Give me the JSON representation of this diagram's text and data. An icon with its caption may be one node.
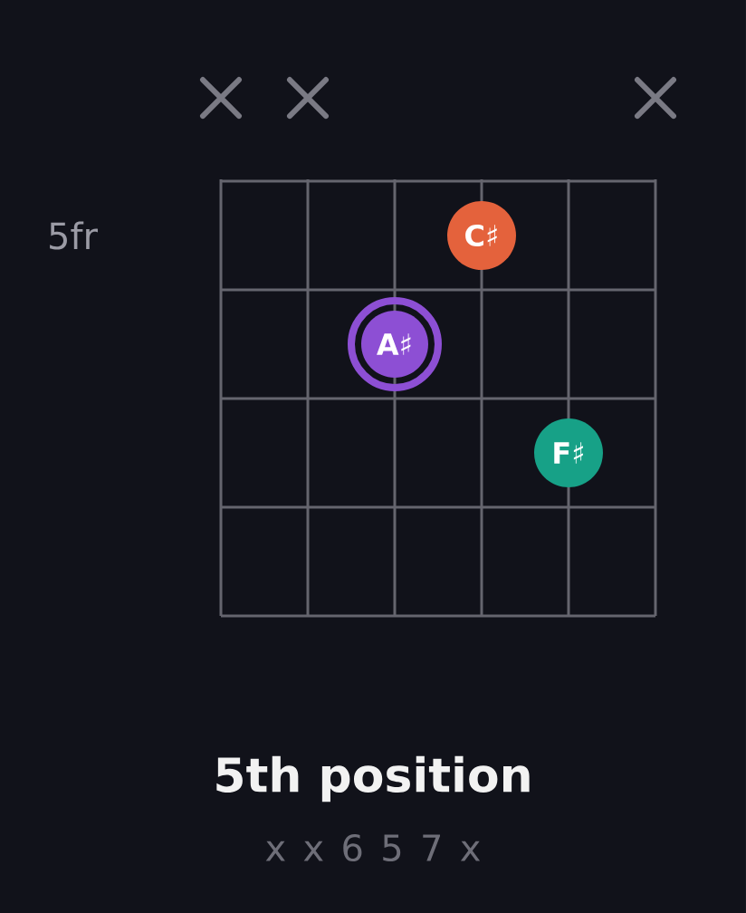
{
  "diagram": {
    "title": "5th position",
    "nodes": [
      {
        "text": [
          "**C**♯"
        ]
      },
      {
        "text": [
          "**A**♯"
        ]
      },
      {
        "text": [
          "**F**♯"
        ]
      }
    ],
    "labels": [
      "5fr",
      "x x 6 5 7 x"
    ]
  }
}
